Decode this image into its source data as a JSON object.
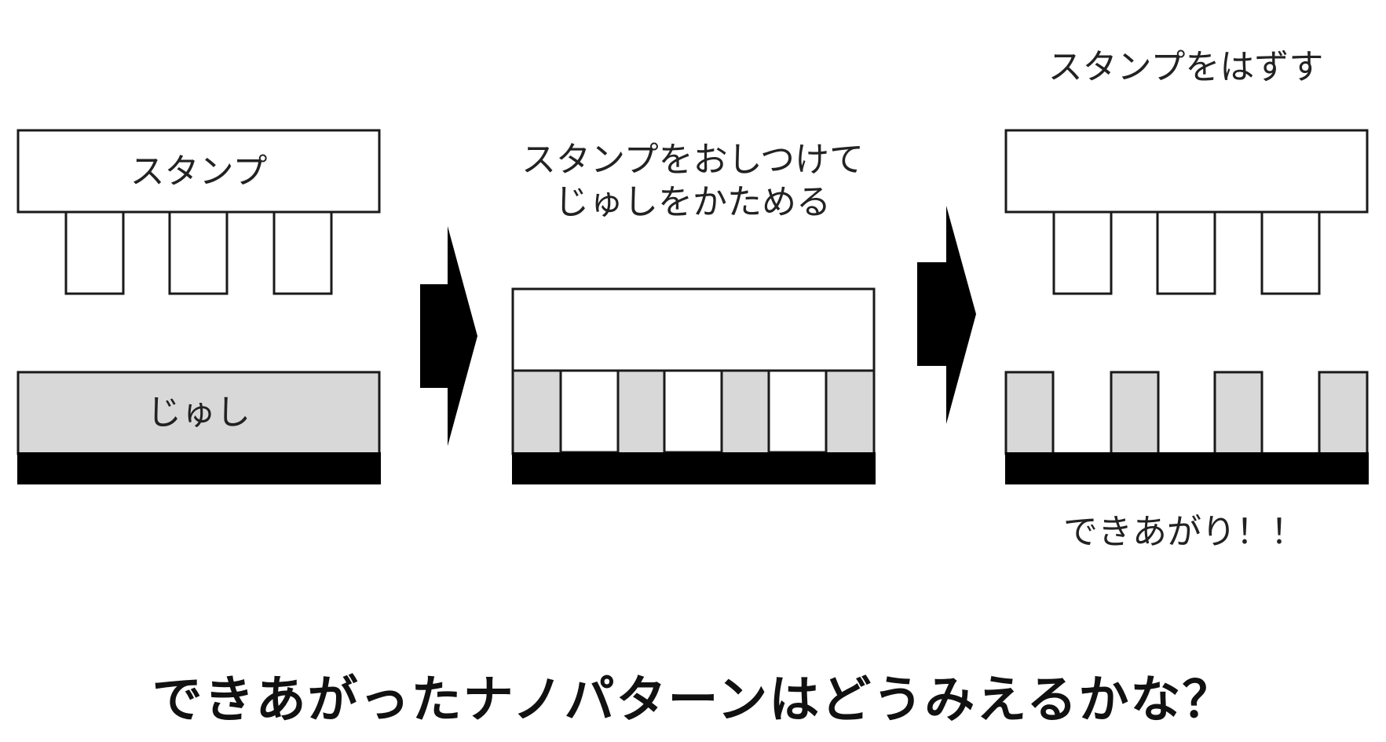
{
  "labels": {
    "stamp": "スタンプ",
    "resin": "じゅし",
    "step2_line1": "スタンプをおしつけて",
    "step2_line2": "じゅしをかためる",
    "step3": "スタンプをはずす",
    "done": "できあがり！！"
  },
  "caption": "できあがったナノパターンはどうみえるかな？",
  "colors": {
    "outline": "#1a1a1a",
    "resin_fill": "#d8d8d8",
    "substrate": "#000000",
    "stamp_fill": "#ffffff",
    "arrow": "#000000"
  }
}
